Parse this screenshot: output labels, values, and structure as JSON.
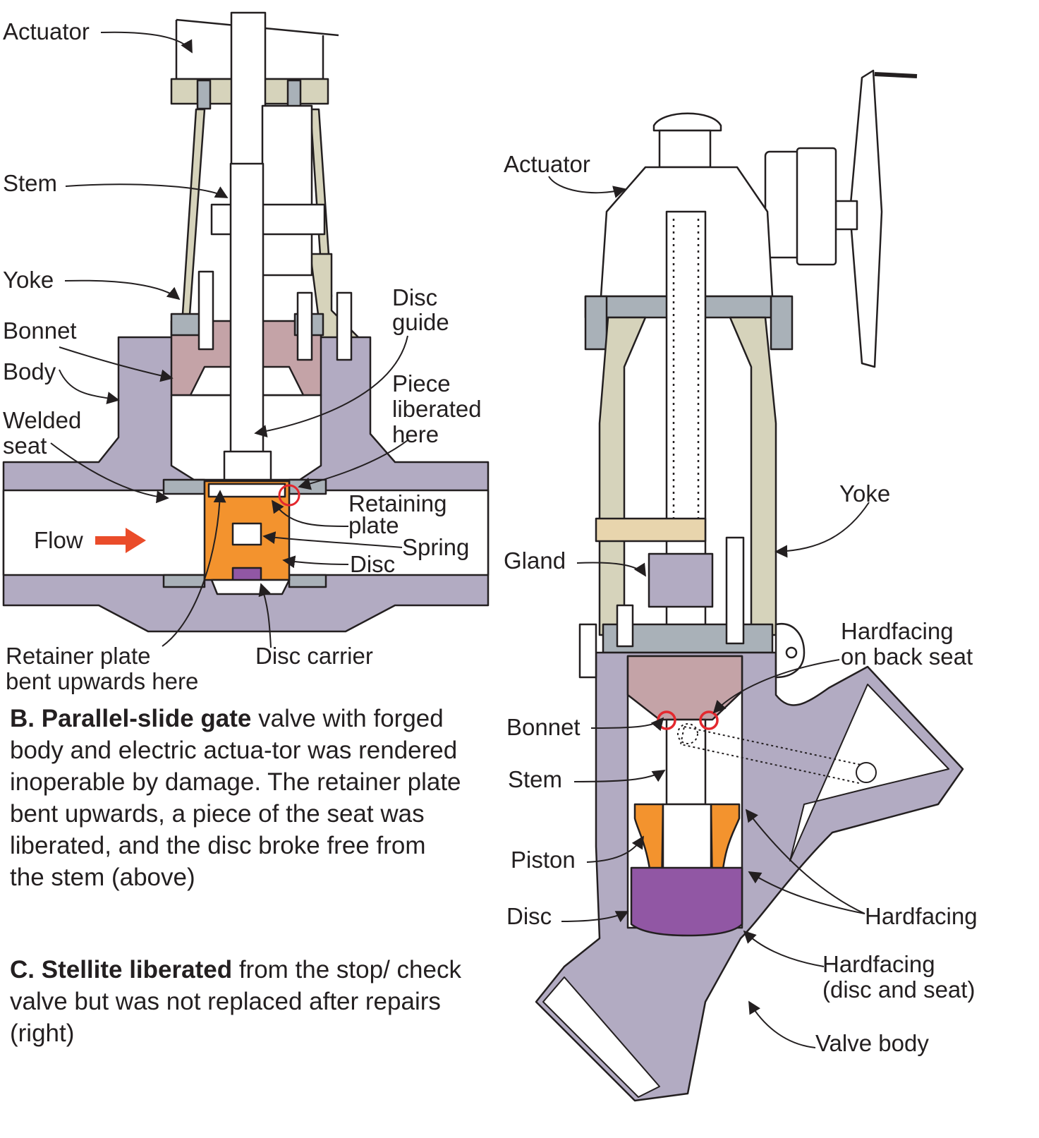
{
  "figure_b": {
    "labels": {
      "actuator": "Actuator",
      "stem": "Stem",
      "yoke": "Yoke",
      "bonnet": "Bonnet",
      "body": "Body",
      "welded_seat": [
        "Welded",
        "seat"
      ],
      "disc_guide": [
        "Disc",
        "guide"
      ],
      "piece_liberated": [
        "Piece",
        "liberated",
        "here"
      ],
      "retaining_plate": [
        "Retaining",
        "plate"
      ],
      "spring": "Spring",
      "disc": "Disc",
      "flow": "Flow",
      "disc_carrier": "Disc carrier",
      "retainer_bent": [
        "Retainer plate",
        "bent upwards here"
      ]
    },
    "caption": {
      "heading": "B. Parallel-slide gate",
      "text": " valve with forged body and electric actua-tor was rendered inoperable by damage. The retainer plate bent upwards, a piece of the seat was liberated, and the disc broke free from the stem (above)"
    }
  },
  "figure_c": {
    "labels": {
      "actuator": "Actuator",
      "yoke": "Yoke",
      "gland": "Gland",
      "hardfacing_back_seat": [
        "Hardfacing",
        "on back seat"
      ],
      "bonnet": "Bonnet",
      "stem": "Stem",
      "piston": "Piston",
      "hardfacing": "Hardfacing",
      "disc": "Disc",
      "hardfacing_disc_seat": [
        "Hardfacing",
        "(disc and seat)"
      ],
      "valve_body": "Valve body"
    },
    "caption": {
      "heading": "C. Stellite liberated",
      "text": " from the stop/ check valve but was not replaced after repairs (right)"
    }
  },
  "colors": {
    "body": "#b2abc2",
    "yoke": "#d6d3bb",
    "bonnet": "#c4a3a7",
    "disc_orange": "#f3932e",
    "disc_purple": "#9157a4",
    "gland_tan": "#e8d5ad",
    "gray_part": "#a9b1b8",
    "marker_red": "#e3282e",
    "flow_arrow": "#ea4c2a",
    "outline": "#231f20"
  }
}
